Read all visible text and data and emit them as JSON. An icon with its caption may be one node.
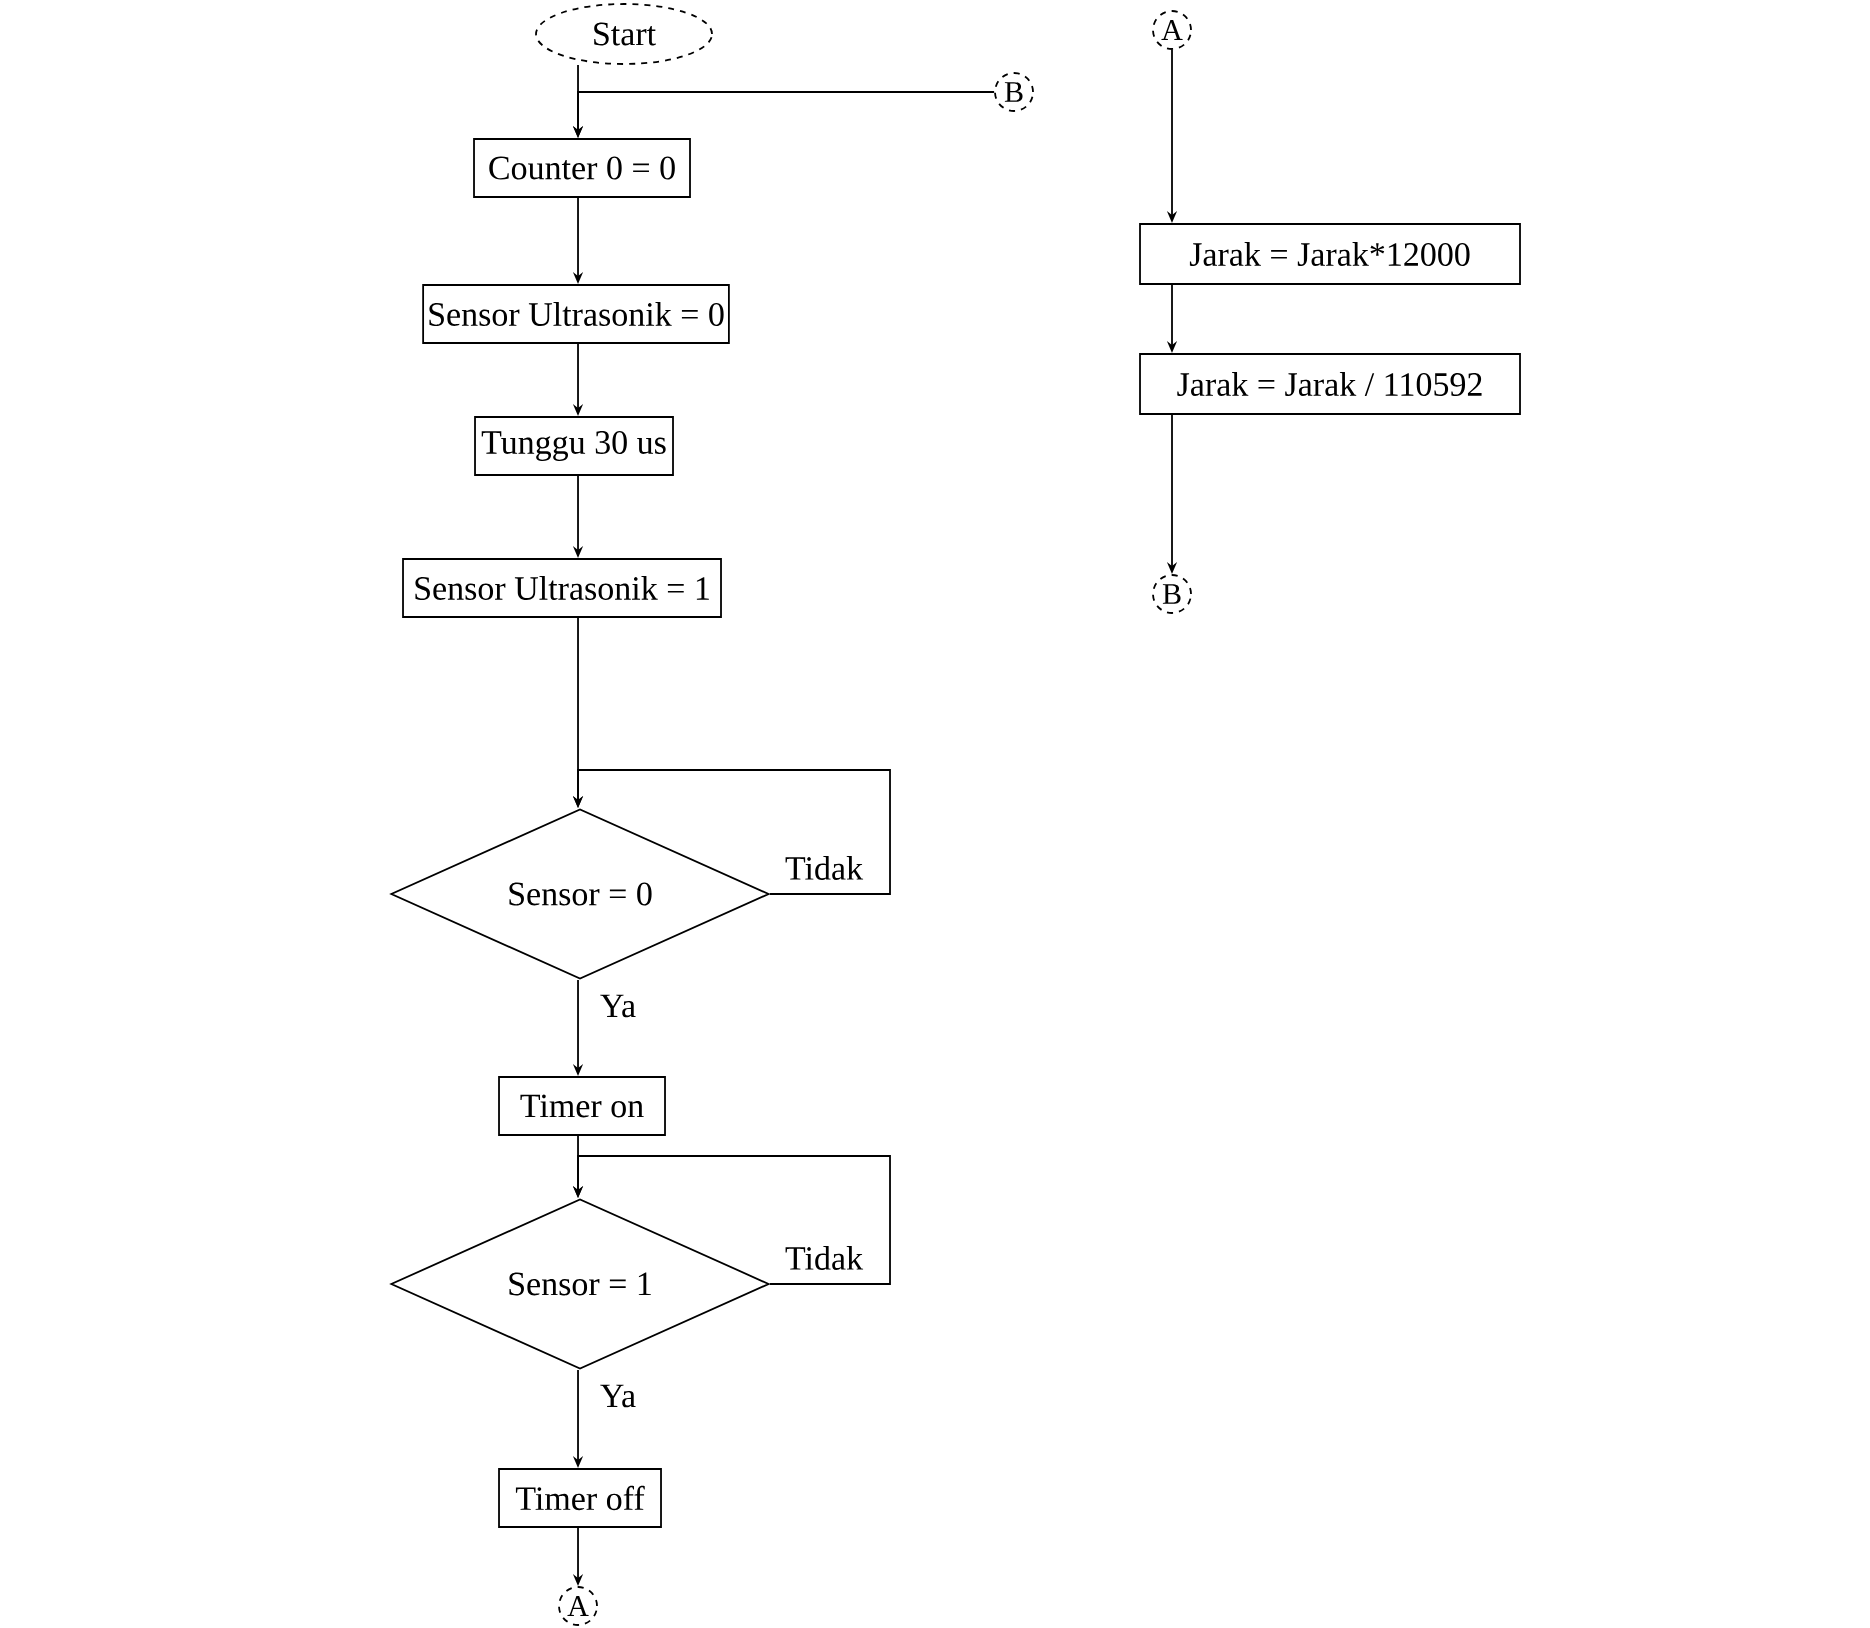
{
  "diagram": {
    "nodes": [
      {
        "text": [
          "Start"
        ]
      },
      {
        "text": [
          "B"
        ]
      },
      {
        "text": [
          "Counter 0 = 0"
        ]
      },
      {
        "text": [
          "Sensor Ultrasonik = 0"
        ]
      },
      {
        "text": [
          "Tunggu 30 us"
        ]
      },
      {
        "text": [
          "Sensor Ultrasonik = 1"
        ]
      },
      {
        "text": [
          "Sensor = 0"
        ]
      },
      {
        "text": [
          "Timer on"
        ]
      },
      {
        "text": [
          "Sensor = 1"
        ]
      },
      {
        "text": [
          "Timer off"
        ]
      },
      {
        "text": [
          "A"
        ]
      },
      {
        "text": [
          "A"
        ]
      },
      {
        "text": [
          "Jarak = Jarak*12000"
        ]
      },
      {
        "text": [
          "Jarak = Jarak / 110592"
        ]
      },
      {
        "text": [
          "B"
        ]
      }
    ],
    "edges": [
      {
        "from": 0,
        "to": 2,
        "arrow": "to"
      },
      {
        "from": 1,
        "to": 2,
        "arrow": "to"
      },
      {
        "from": 2,
        "to": 3,
        "arrow": "to"
      },
      {
        "from": 3,
        "to": 4,
        "arrow": "to"
      },
      {
        "from": 4,
        "to": 5,
        "arrow": "to"
      },
      {
        "from": 5,
        "to": 6,
        "arrow": "to"
      },
      {
        "from": 6,
        "to": 6,
        "label": "Tidak",
        "arrow": "to"
      },
      {
        "from": 6,
        "to": 7,
        "label": "Ya",
        "arrow": "to"
      },
      {
        "from": 7,
        "to": 8,
        "arrow": "to"
      },
      {
        "from": 8,
        "to": 8,
        "label": "Tidak",
        "arrow": "to"
      },
      {
        "from": 8,
        "to": 9,
        "label": "Ya",
        "arrow": "to"
      },
      {
        "from": 9,
        "to": 10,
        "arrow": "to"
      },
      {
        "from": 11,
        "to": 12,
        "arrow": "to"
      },
      {
        "from": 12,
        "to": 13,
        "arrow": "to"
      },
      {
        "from": 13,
        "to": 14,
        "arrow": "to"
      }
    ]
  }
}
